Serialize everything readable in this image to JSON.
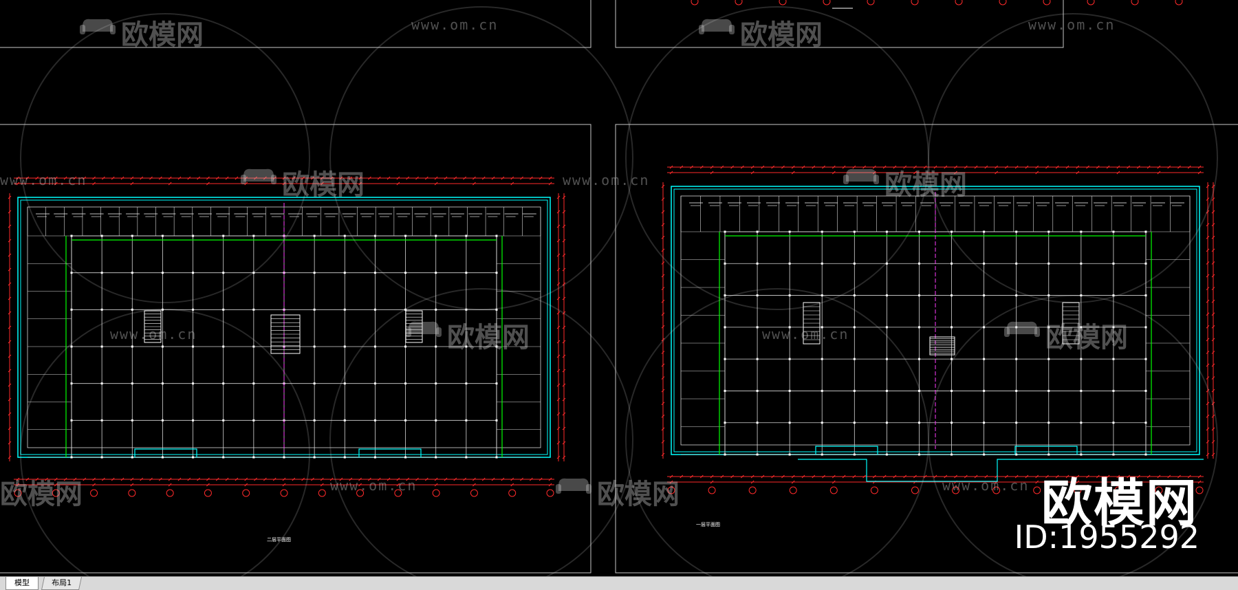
{
  "watermarks": {
    "brand": "欧模网",
    "url": "www.om.cn"
  },
  "branding": {
    "name": "欧模网",
    "id_text": "ID:1955292"
  },
  "plans": {
    "left_label": "二层平面图",
    "right_label": "一层平面图"
  },
  "layout_tabs": {
    "model": "模型",
    "layout1": "布局1"
  },
  "colors": {
    "background": "#000000",
    "frame": "#c8c8c8",
    "wall": "#00ffff",
    "grid": "#d8d8d8",
    "dimension": "#ff2a2a",
    "accent_line": "#00ff00",
    "center_line": "#ff3cff",
    "text": "#ffffff"
  },
  "icons": [
    "sofa-logo-icon"
  ]
}
